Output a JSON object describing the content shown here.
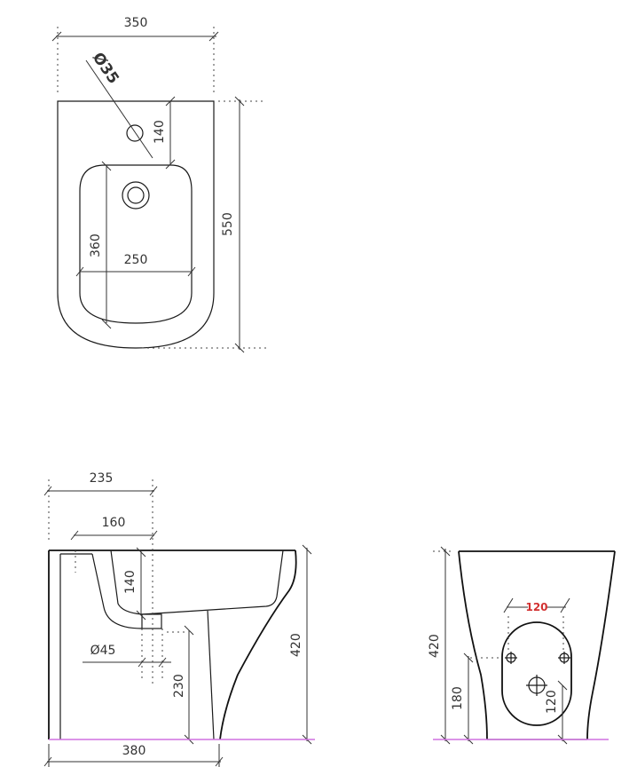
{
  "drawing": {
    "floor_color": "#d070e0",
    "highlight_color": "#d23030",
    "top_view": {
      "width_label": "350",
      "tap_hole_label": "Ø35",
      "tap_offset_label": "140",
      "depth_label": "550",
      "bowl_length_label": "360",
      "bowl_width_label": "250"
    },
    "side_view": {
      "waste_distance_label": "235",
      "waste_inner_label": "160",
      "bowl_depth_label": "140",
      "waste_diameter_label": "Ø45",
      "waste_height_label": "230",
      "height_label": "420",
      "base_length_label": "380"
    },
    "rear_view": {
      "height_label": "420",
      "fixing_spacing_label": "120",
      "fixing_height_label": "180",
      "inlet_height_label": "120"
    }
  }
}
